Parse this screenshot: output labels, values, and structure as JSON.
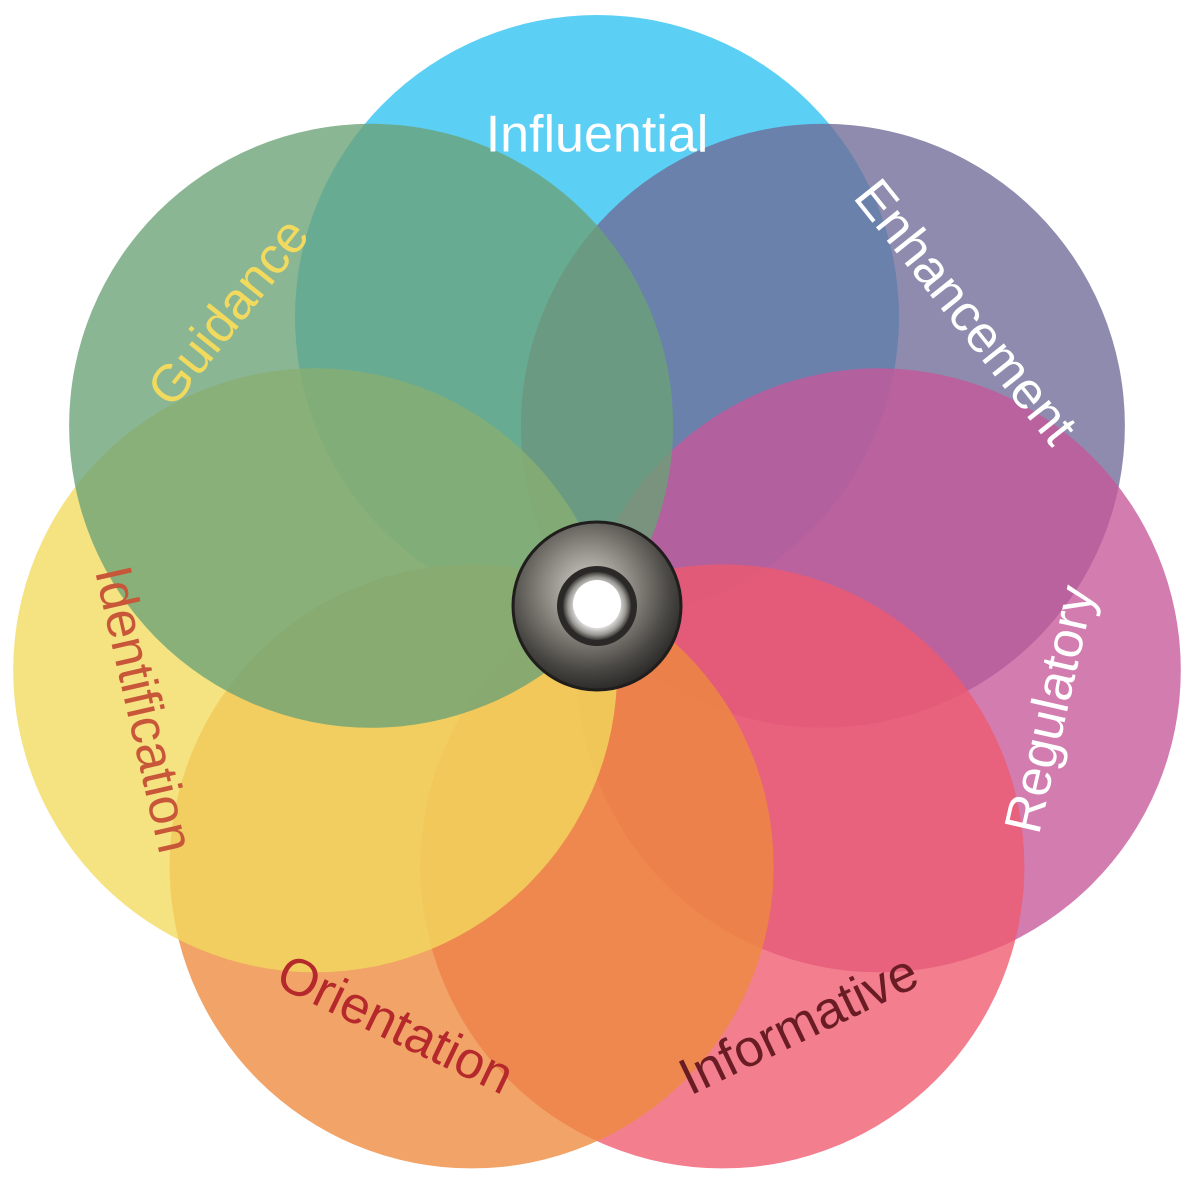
{
  "diagram": {
    "petals": [
      {
        "id": "influential",
        "label": "Influential",
        "fill": "#2EC2F2",
        "text_color": "#FFFFFF"
      },
      {
        "id": "enhancement",
        "label": "Enhancement",
        "fill": "#6E6A97",
        "text_color": "#FFFFFF"
      },
      {
        "id": "regulatory",
        "label": "Regulatory",
        "fill": "#C7579A",
        "text_color": "#FFFFFF"
      },
      {
        "id": "informative",
        "label": "Informative",
        "fill": "#EE5A6E",
        "text_color": "#6A1C24"
      },
      {
        "id": "orientation",
        "label": "Orientation",
        "fill": "#EE8A3E",
        "text_color": "#B5282C"
      },
      {
        "id": "identification",
        "label": "Identification",
        "fill": "#F2DA5E",
        "text_color": "#C8573A"
      },
      {
        "id": "guidance",
        "label": "Guidance",
        "fill": "#6AA276",
        "text_color": "#F2DA5E"
      }
    ],
    "center_pin": {
      "kind": "metal-grommet"
    }
  }
}
